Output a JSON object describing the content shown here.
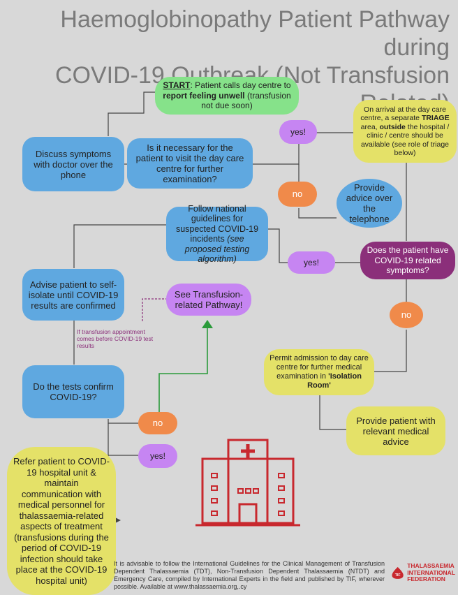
{
  "title": {
    "line1": "Haemoglobinopathy Patient Pathway during",
    "line2": "COVID-19 Outbreak (Not Transfusion",
    "line3": "Related)"
  },
  "nodes": {
    "start": {
      "label": "START",
      "text1": ": Patient calls day centre to ",
      "bold": "report feeling unwell",
      "text2": " (transfusion not due soon)"
    },
    "discuss": "Discuss symptoms with doctor over the phone",
    "necessary": "Is it necessary for the patient to visit the day care centre for further examination?",
    "yes1": "yes!",
    "no1": "no",
    "triage": {
      "t1": "On arrival at the day care centre, a separate ",
      "b1": "TRIAGE",
      "t2": " area, ",
      "b2": "outside",
      "t3": " the hospital / clinic / centre should be available (see role of triage below)"
    },
    "advice_phone": "Provide advice over the telephone",
    "follow": {
      "t1": "Follow national guidelines for suspected COVID-19 incidents ",
      "i1": "(see proposed testing algorithm)"
    },
    "yes2": "yes!",
    "symptoms": "Does the patient have COVID-19 related symptoms?",
    "no2": "no",
    "isolate": "Advise patient to self-isolate until COVID-19 results are confirmed",
    "transfusion_pathway": "See Transfusion-related Pathway!",
    "note": "If transfusion appointment comes before COVID-19 test results",
    "confirm": "Do the tests confirm COVID-19?",
    "no3": "no",
    "yes3": "yes!",
    "admission": {
      "t1": "Permit admission to day care centre for further medical examination in ",
      "b1": "'Isolation Room'"
    },
    "medical_advice": "Provide patient with relevant medical advice",
    "refer": "Refer patient to COVID-19 hospital unit & maintain communication with medical personnel for thalassaemia-related aspects of treatment (transfusions during the period of COVID-19 infection should take place at the COVID-19 hospital unit)"
  },
  "footer": "It is advisable to follow the International Guidelines for the Clinical Management of Transfusion Dependent Thalassaemia (TDT), Non-Transfusion Dependent Thalassaemia (NTDT) and Emergency Care, compiled by International Experts in the field and published by TIF, wherever possible. Available at www.thalassaemia.org,.cy",
  "logo": {
    "mark": "TIF",
    "line1": "THALASSAEMIA",
    "line2": "INTERNATIONAL",
    "line3": "FEDERATION"
  },
  "colors": {
    "blue": "#5fa8e0",
    "green": "#86e28a",
    "yellow": "#e4e168",
    "orange": "#f08a4a",
    "violet": "#c685f2",
    "purple": "#8b2f7a",
    "hospital": "#c8282e"
  }
}
